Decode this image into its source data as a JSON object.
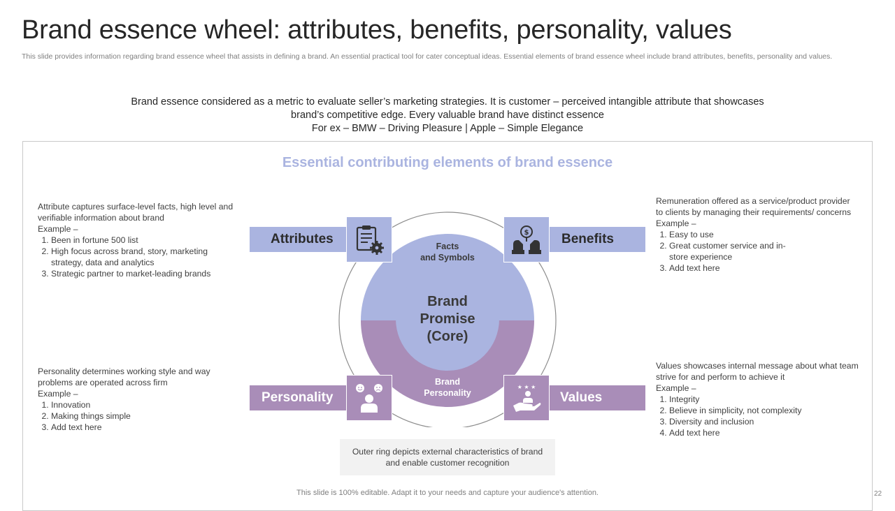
{
  "title": "Brand essence wheel: attributes, benefits, personality, values",
  "subtitle": "This slide provides information regarding brand essence wheel that assists in defining a brand. An essential practical tool for cater conceptual ideas. Essential elements of brand essence wheel include brand attributes, benefits, personality and values.",
  "intro": {
    "line1": "Brand essence considered as a metric to evaluate seller’s marketing strategies. It is customer – perceived intangible attribute that showcases",
    "line2": "brand’s competitive edge. Every valuable brand have distinct essence",
    "line3": "For ex – BMW – Driving Pleasure | Apple – Simple Elegance"
  },
  "panel_heading": "Essential contributing elements of brand essence",
  "wheel": {
    "top_label": "Facts\nand Symbols",
    "core_label": "Brand\nPromise\n(Core)",
    "bottom_label": "Brand\nPersonality"
  },
  "elements": {
    "attributes": {
      "label": "Attributes",
      "icon": "clipboard-gear-icon",
      "description": "Attribute captures surface-level  facts, high level and verifiable  information  about brand",
      "example_label": "Example –",
      "items": [
        "Been in fortune  500 list",
        "High focus across brand, story, marketing strategy, data and analytics",
        "Strategic partner  to market-leading  brands"
      ]
    },
    "benefits": {
      "label": "Benefits",
      "icon": "hands-money-icon",
      "description": "Remuneration  offered  as a service/product provider  to clients by managing  their requirements/  concerns",
      "example_label": "Example –",
      "items": [
        "Easy to use",
        "Great  customer service  and in-store experience",
        "Add text here"
      ]
    },
    "personality": {
      "label": "Personality",
      "icon": "person-emotions-icon",
      "description": "Personality determines  working style and way problems are operated  across firm",
      "example_label": "Example –",
      "items": [
        "Innovation",
        "Making things simple",
        "Add text here"
      ]
    },
    "values": {
      "label": "Values",
      "icon": "hand-person-stars-icon",
      "description": "Values showcases internal  message about  what team strive for and perform  to achieve it",
      "example_label": "Example –",
      "items": [
        "Integrity",
        "Believe  in simplicity, not complexity",
        "Diversity  and inclusion",
        "Add text here"
      ]
    }
  },
  "note": "Outer ring depicts external characteristics of brand and enable customer recognition",
  "footer": "This slide is 100% editable. Adapt it to your needs and capture your audience's attention.",
  "page_number": "22",
  "colors": {
    "blue": "#aab4e0",
    "purple": "#a98db8",
    "core": "#aab4e0",
    "heading": "#aab4e0"
  }
}
